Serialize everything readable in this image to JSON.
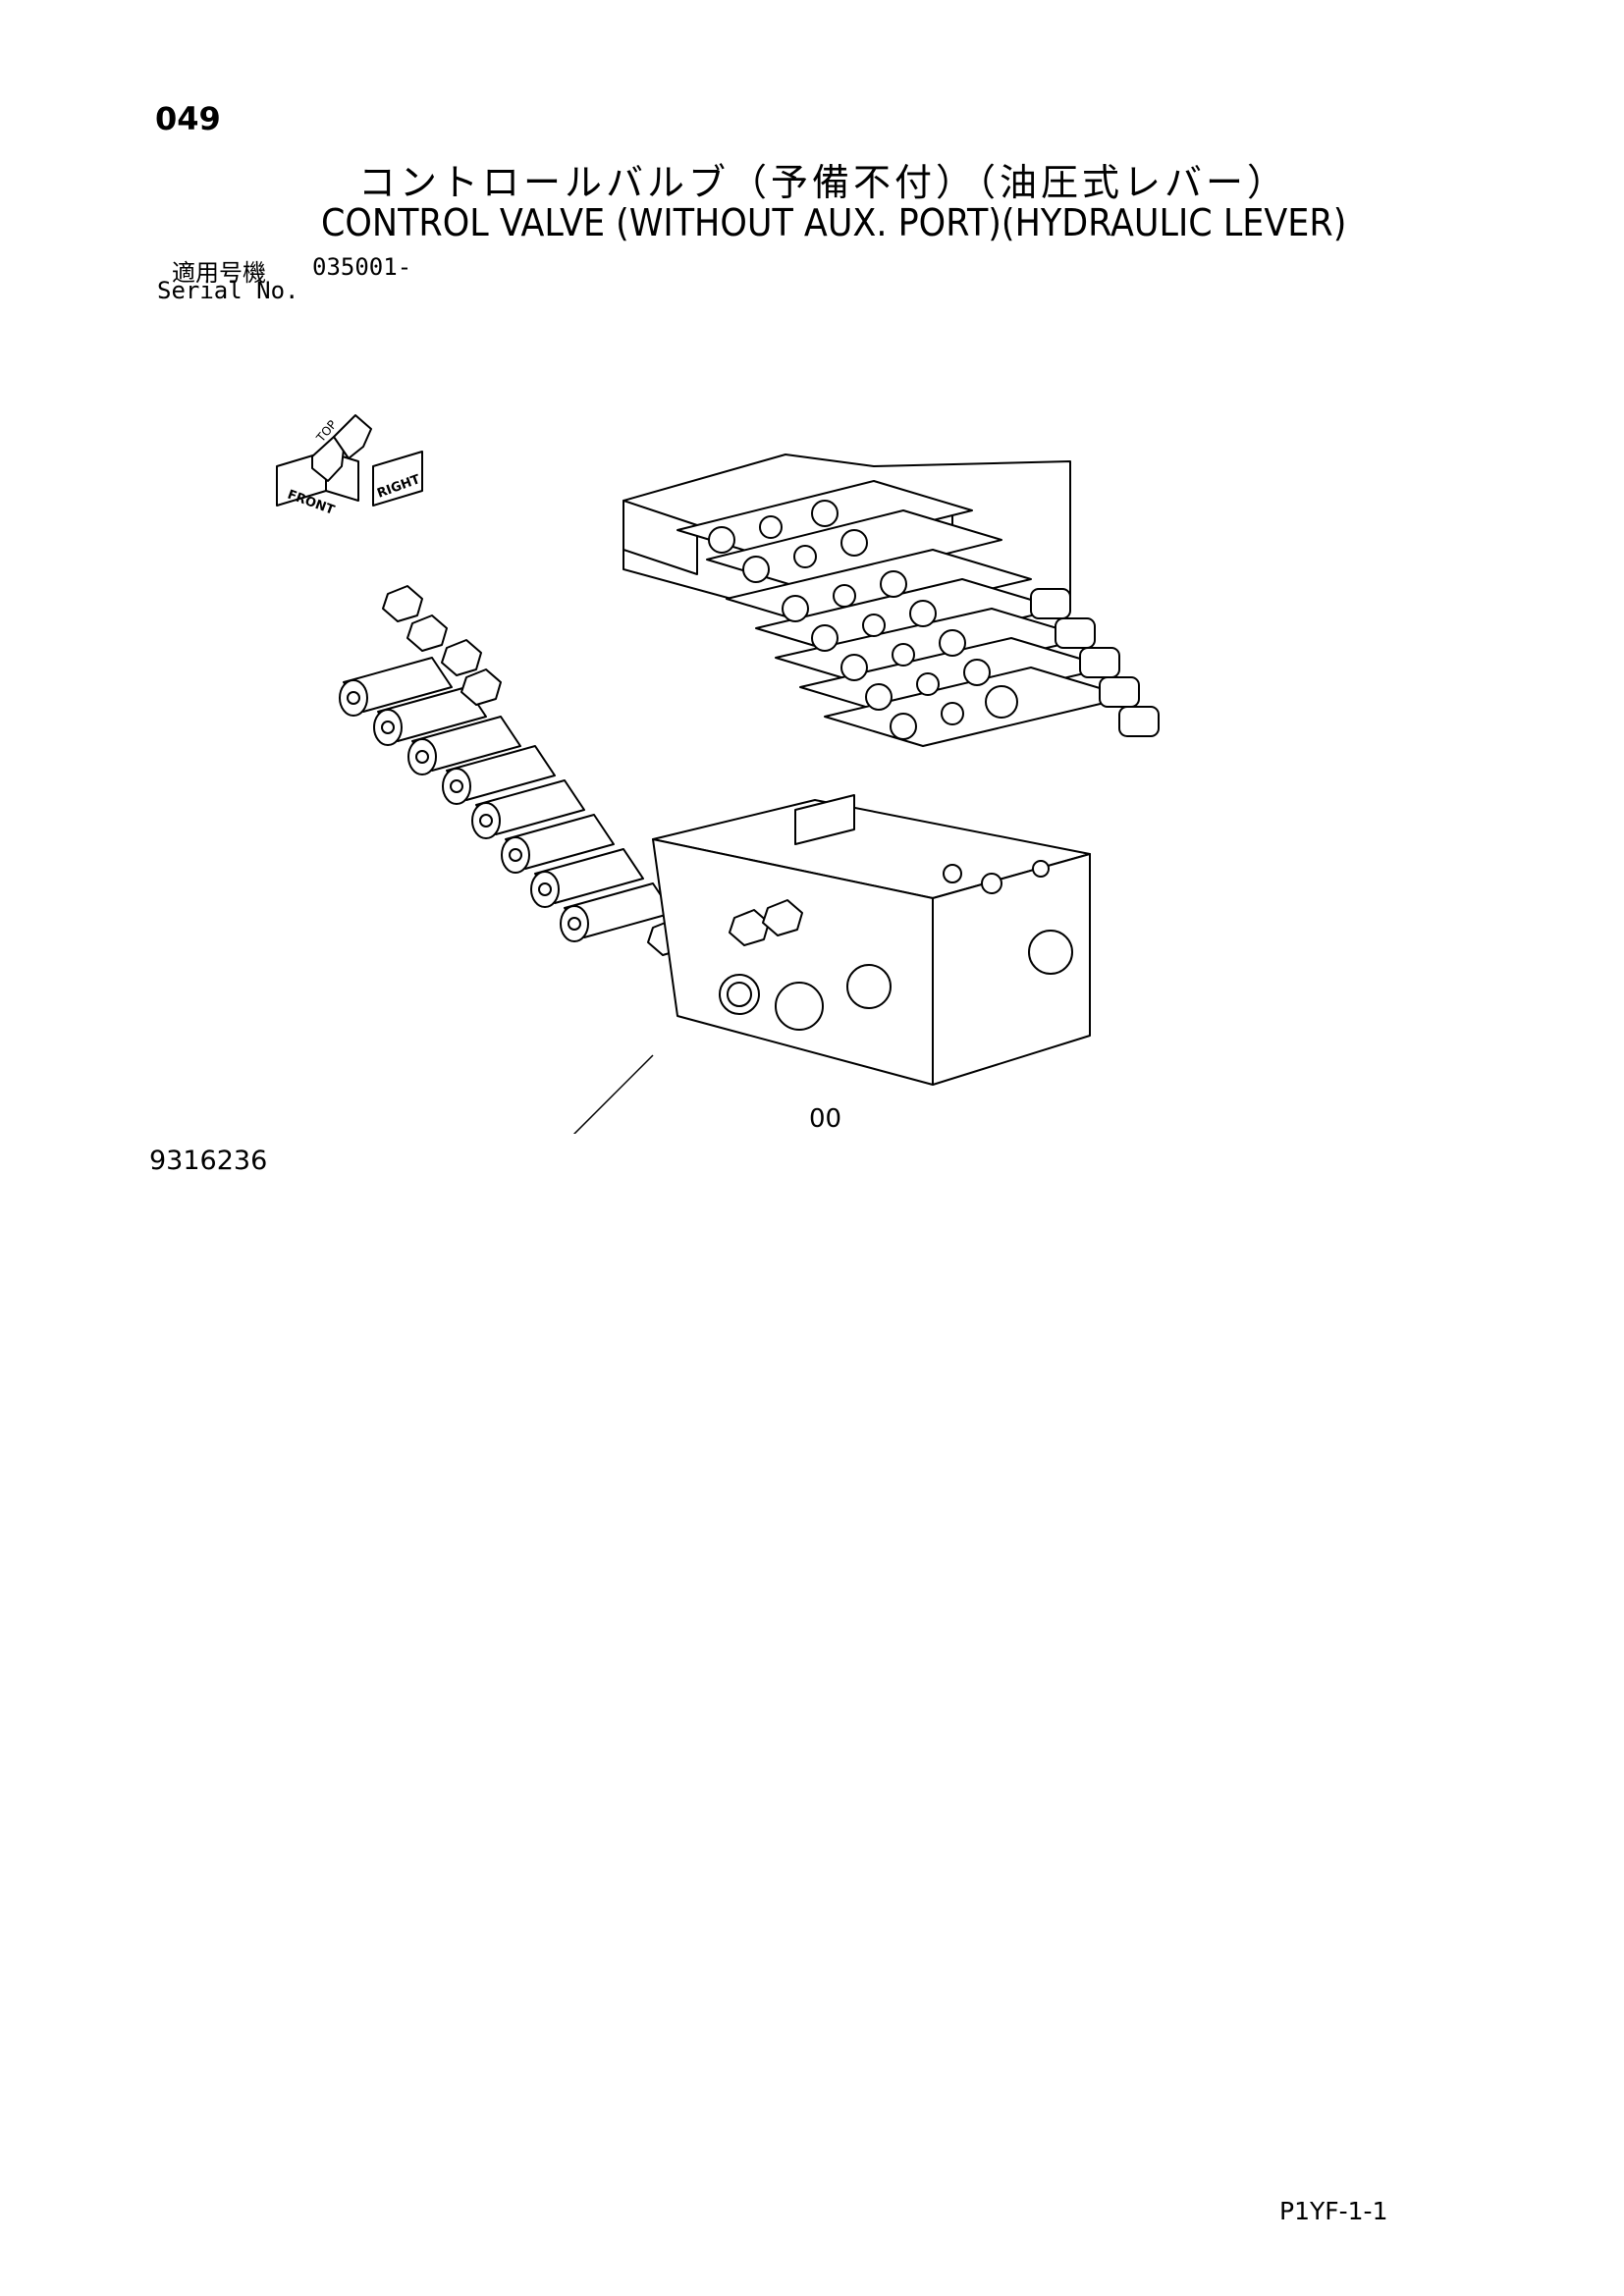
{
  "header": {
    "page_number": "049",
    "title_jp": "コントロールバルブ（予備不付）（油圧式レバー）",
    "title_en": "CONTROL VALVE (WITHOUT AUX. PORT)(HYDRAULIC LEVER)",
    "serial_label_jp": "適用号機",
    "serial_value": "035001-",
    "serial_label_en": "Serial No."
  },
  "drawing": {
    "compass_labels": [
      "TOP",
      "FRONT",
      "RIGHT"
    ],
    "callout": "00",
    "drawing_number": "9316236"
  },
  "footer": {
    "page_code": "P1YF-1-1"
  }
}
